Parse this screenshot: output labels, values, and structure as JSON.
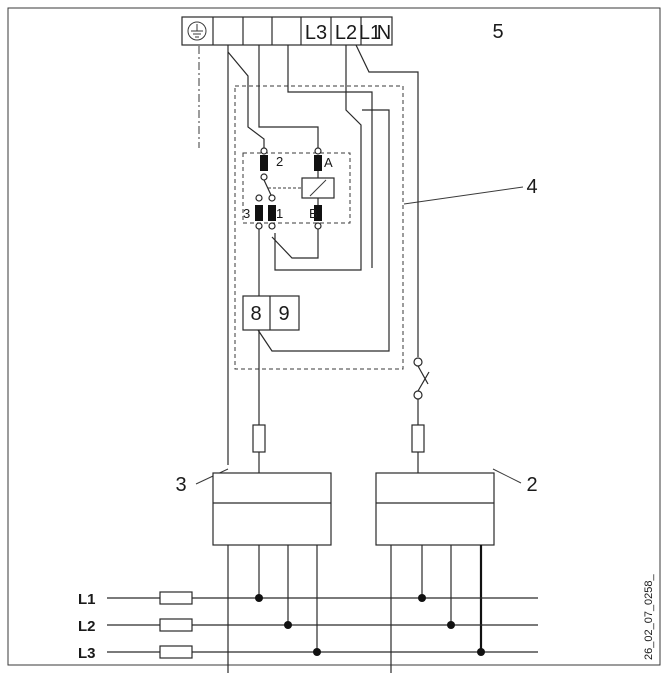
{
  "terminal_strip": {
    "labels": [
      "L3",
      "L2",
      "L1",
      "N"
    ]
  },
  "callouts": {
    "c5": "5",
    "c4": "4",
    "c3": "3",
    "c2": "2"
  },
  "relay": {
    "contact_2": "2",
    "contact_a": "A",
    "contact_3": "3",
    "contact_1": "1",
    "contact_b": "B"
  },
  "terminal_block": {
    "left": "8",
    "right": "9"
  },
  "phases": [
    "L1",
    "L2",
    "L3"
  ],
  "figure_id": "26_02_07_0258_",
  "icons": {
    "earth": "earth-ground-icon"
  }
}
